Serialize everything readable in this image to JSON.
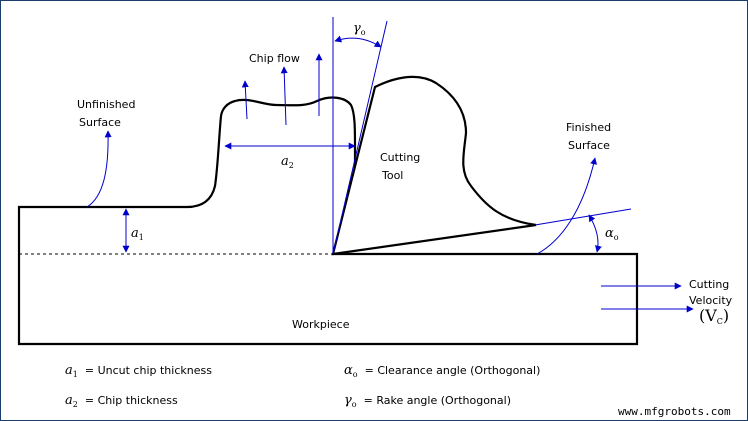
{
  "labels": {
    "chip_flow": "Chip flow",
    "unfinished_1": "Unfinished",
    "unfinished_2": "Surface",
    "cutting_tool_1": "Cutting",
    "cutting_tool_2": "Tool",
    "finished_1": "Finished",
    "finished_2": "Surface",
    "cutting_velocity_1": "Cutting",
    "cutting_velocity_2": "Velocity",
    "workpiece": "Workpiece"
  },
  "symbols": {
    "a1": "a",
    "a1_sub": "1",
    "a2": "a",
    "a2_sub": "2",
    "alpha": "α",
    "alpha_sub": "o",
    "gamma": "γ",
    "gamma_sub": "o",
    "vc_open": "(V",
    "vc_sub": "C",
    "vc_close": ")"
  },
  "legend": [
    {
      "symbol": "a",
      "sub": "1",
      "text": "= Uncut chip thickness"
    },
    {
      "symbol": "a",
      "sub": "2",
      "text": "= Chip thickness"
    },
    {
      "symbol": "α",
      "sub": "o",
      "text": "= Clearance angle  (Orthogonal)"
    },
    {
      "symbol": "γ",
      "sub": "o",
      "text": "= Rake angle (Orthogonal)"
    }
  ],
  "watermark": "www.mfgrobots.com",
  "colors": {
    "outline": "#000000",
    "arrow": "#0000cc",
    "frame": "#1a3d6b"
  }
}
